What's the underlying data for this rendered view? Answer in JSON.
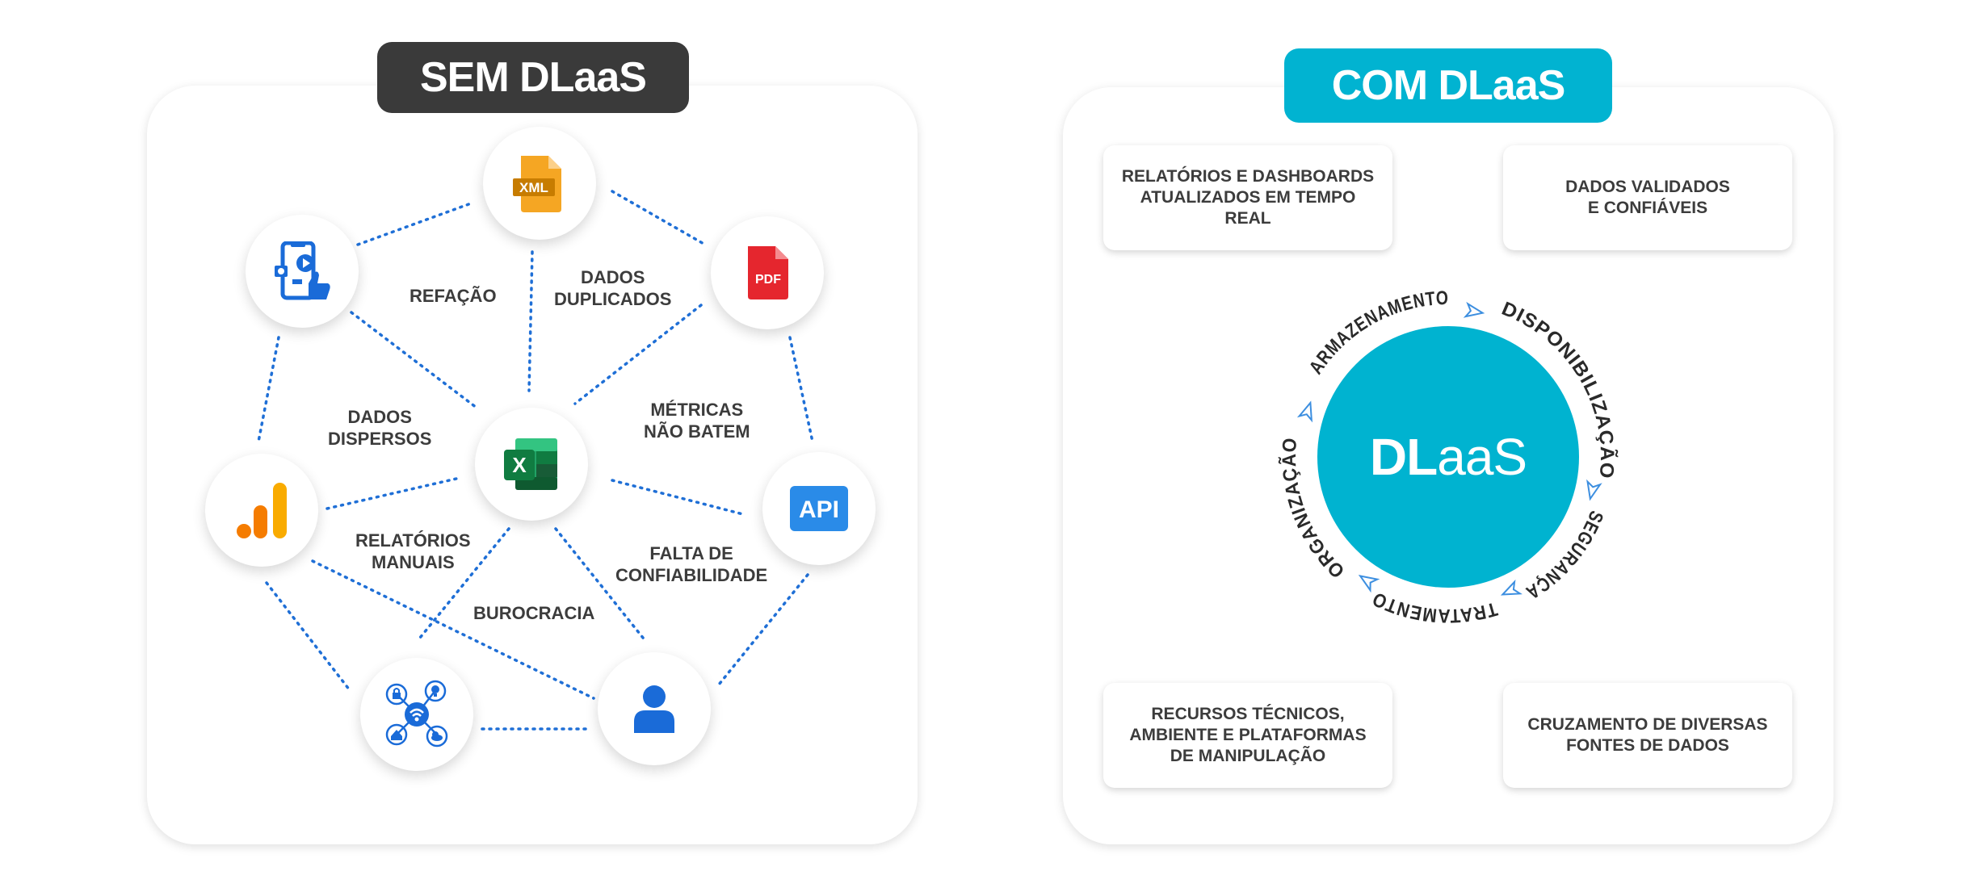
{
  "left": {
    "title": "SEM DLaaS",
    "icons": {
      "xml": "XML",
      "pdf": "PDF",
      "api": "API",
      "excel": "X"
    },
    "labels": {
      "refacao": "REFAÇÃO",
      "dados_duplicados": "DADOS\nDUPLICADOS",
      "dados_dispersos": "DADOS\nDISPERSOS",
      "metricas": "MÉTRICAS\nNÃO BATEM",
      "relatorios_manuais": "RELATÓRIOS\nMANUAIS",
      "falta_confiabilidade": "FALTA DE\nCONFIABILIDADE",
      "burocracia": "BUROCRACIA"
    }
  },
  "right": {
    "title": "COM DLaaS",
    "cards": {
      "top_left": "RELATÓRIOS E DASHBOARDS\nATUALIZADOS EM TEMPO\nREAL",
      "top_right": "DADOS VALIDADOS\nE CONFIÁVEIS",
      "bottom_left": "RECURSOS TÉCNICOS,\nAMBIENTE E PLATAFORMAS\nDE MANIPULAÇÃO",
      "bottom_right": "CRUZAMENTO DE DIVERSAS\nFONTES DE DADOS"
    },
    "logo": {
      "bold": "DL",
      "light": "aaS"
    },
    "cycle": {
      "armazenamento": "ARMAZENAMENTO",
      "disponibilizacao": "DISPONIBILIZAÇÃO",
      "seguranca": "SEGURANÇA",
      "tratamento": "TRATAMENTO",
      "organizacao": "ORGANIZAÇÃO"
    }
  },
  "colors": {
    "dark_badge": "#3a3a3a",
    "cyan": "#01b3d1",
    "dotted_line": "#1f6fd6",
    "xml_icon": "#f5a623",
    "pdf_icon": "#e5262e",
    "api_icon": "#2a8be8",
    "analytics_icon": "#f57c00",
    "excel_icon": "#1d7a45",
    "blue_icon": "#1a6bd8"
  }
}
